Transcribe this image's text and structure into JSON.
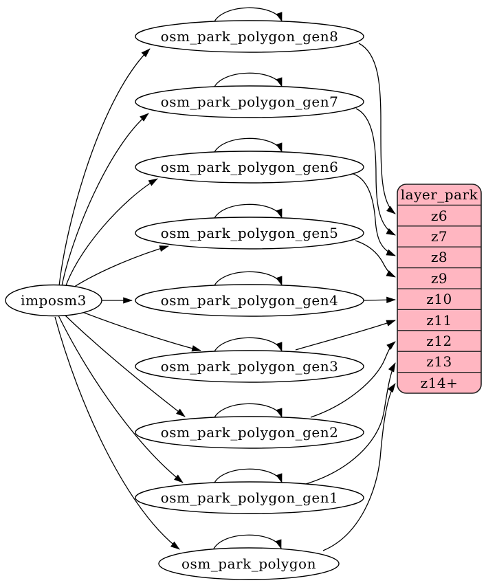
{
  "diagram": {
    "type": "graphviz-dependency-graph",
    "nodes": {
      "source": {
        "label": "imposm3"
      },
      "tables": [
        {
          "label": "osm_park_polygon_gen8"
        },
        {
          "label": "osm_park_polygon_gen7"
        },
        {
          "label": "osm_park_polygon_gen6"
        },
        {
          "label": "osm_park_polygon_gen5"
        },
        {
          "label": "osm_park_polygon_gen4"
        },
        {
          "label": "osm_park_polygon_gen3"
        },
        {
          "label": "osm_park_polygon_gen2"
        },
        {
          "label": "osm_park_polygon_gen1"
        },
        {
          "label": "osm_park_polygon"
        }
      ]
    },
    "layer_table": {
      "header": "layer_park",
      "rows": [
        "z6",
        "z7",
        "z8",
        "z9",
        "z10",
        "z11",
        "z12",
        "z13",
        "z14+"
      ]
    },
    "edges": {
      "from_source": [
        {
          "from": "imposm3",
          "to": "osm_park_polygon_gen8"
        },
        {
          "from": "imposm3",
          "to": "osm_park_polygon_gen7"
        },
        {
          "from": "imposm3",
          "to": "osm_park_polygon_gen6"
        },
        {
          "from": "imposm3",
          "to": "osm_park_polygon_gen5"
        },
        {
          "from": "imposm3",
          "to": "osm_park_polygon_gen4"
        },
        {
          "from": "imposm3",
          "to": "osm_park_polygon_gen3"
        },
        {
          "from": "imposm3",
          "to": "osm_park_polygon_gen2"
        },
        {
          "from": "imposm3",
          "to": "osm_park_polygon_gen1"
        },
        {
          "from": "imposm3",
          "to": "osm_park_polygon"
        }
      ],
      "self_loops": [
        "osm_park_polygon_gen8",
        "osm_park_polygon_gen7",
        "osm_park_polygon_gen6",
        "osm_park_polygon_gen5",
        "osm_park_polygon_gen4",
        "osm_park_polygon_gen3",
        "osm_park_polygon_gen2",
        "osm_park_polygon_gen1",
        "osm_park_polygon"
      ],
      "to_layer_rows": [
        {
          "from": "osm_park_polygon_gen8",
          "to": "z6"
        },
        {
          "from": "osm_park_polygon_gen7",
          "to": "z7"
        },
        {
          "from": "osm_park_polygon_gen6",
          "to": "z8"
        },
        {
          "from": "osm_park_polygon_gen5",
          "to": "z9"
        },
        {
          "from": "osm_park_polygon_gen4",
          "to": "z10"
        },
        {
          "from": "osm_park_polygon_gen3",
          "to": "z11"
        },
        {
          "from": "osm_park_polygon_gen2",
          "to": "z12"
        },
        {
          "from": "osm_park_polygon_gen1",
          "to": "z13"
        },
        {
          "from": "osm_park_polygon",
          "to": "z14+"
        }
      ]
    },
    "colors": {
      "background": "#ffffff",
      "node_fill": "#ffffff",
      "node_border": "#000000",
      "edge": "#000000",
      "text": "#000000",
      "layer_table_fill": "#ffb6c1",
      "layer_table_border": "#1f1f1f"
    }
  }
}
